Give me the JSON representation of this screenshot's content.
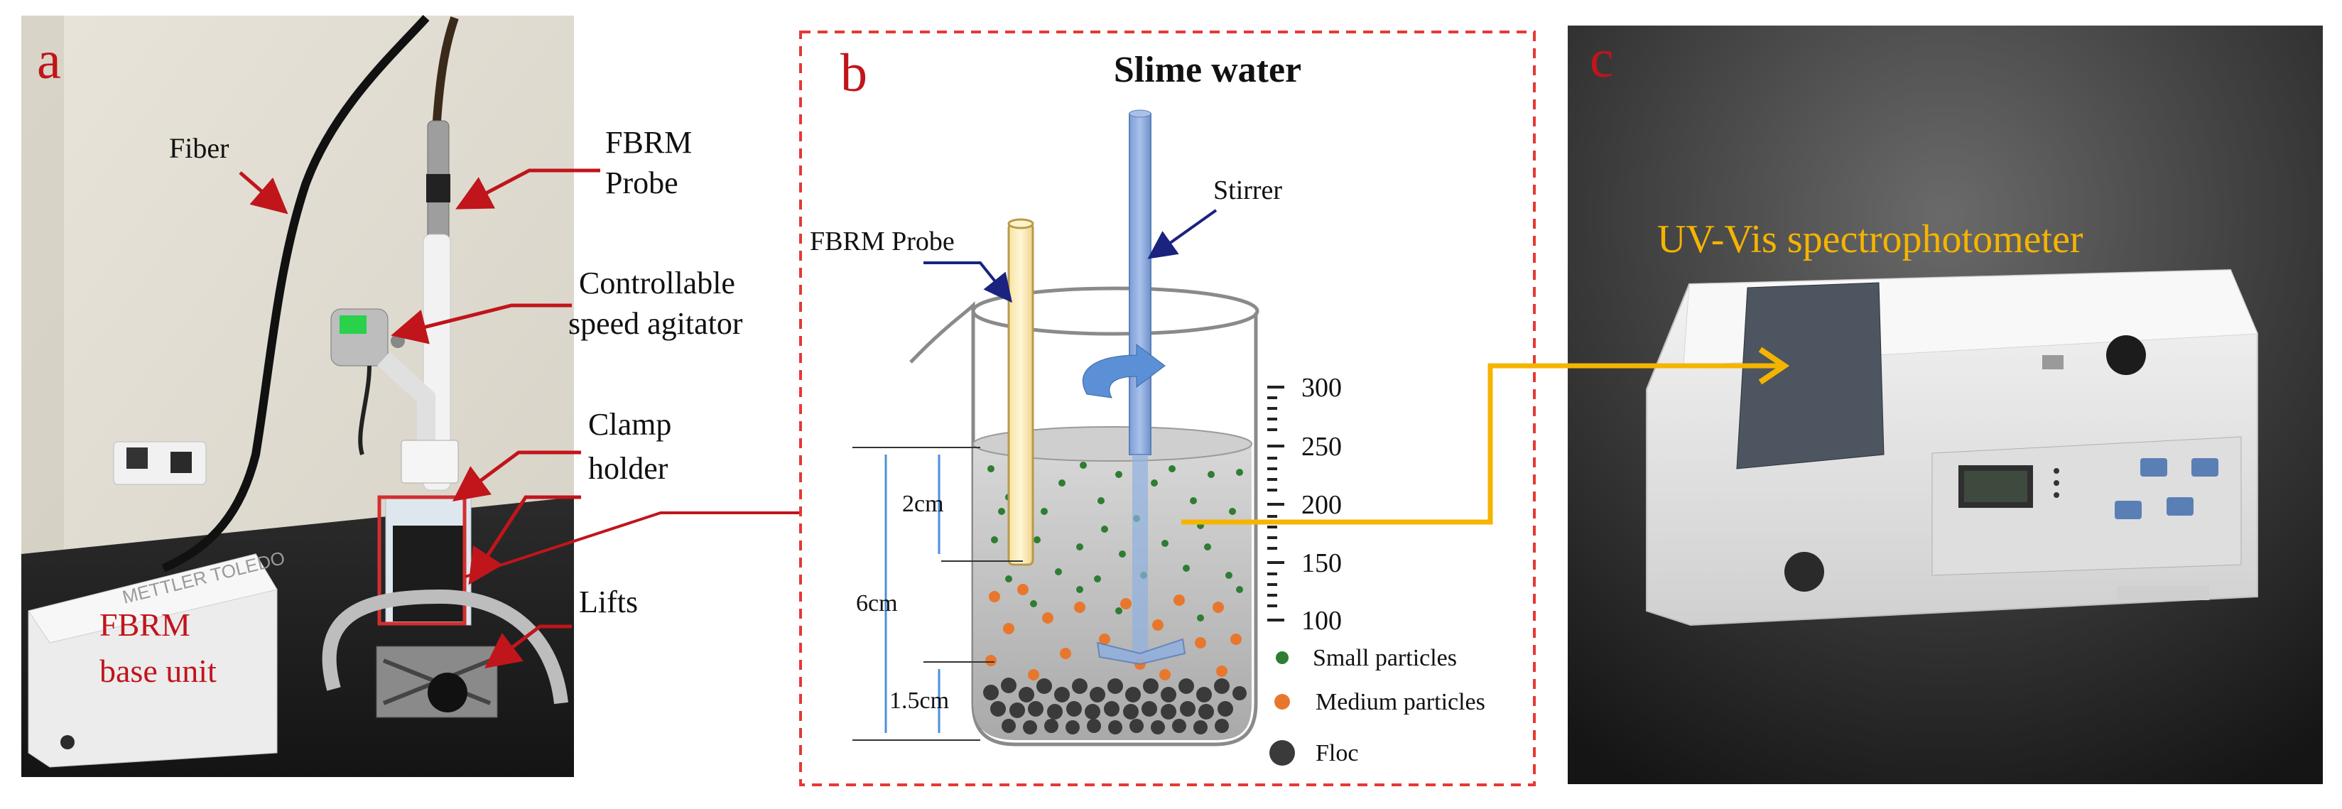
{
  "panel_a": {
    "letter": "a",
    "callouts": {
      "fiber": "Fiber",
      "fbrm_probe_1": "FBRM",
      "fbrm_probe_2": "Probe",
      "agitator_1": "Controllable",
      "agitator_2": "speed agitator",
      "clamp_1": "Clamp",
      "clamp_2": "holder",
      "lifts": "Lifts",
      "base_1": "FBRM",
      "base_2": "base unit",
      "device_brand": "METTLER TOLEDO"
    }
  },
  "panel_b": {
    "letter": "b",
    "title": "Slime water",
    "labels": {
      "probe": "FBRM Probe",
      "stirrer": "Stirrer",
      "dim_2cm": "2cm",
      "dim_6cm": "6cm",
      "dim_15cm": "1.5cm"
    },
    "scale_ticks": [
      "300",
      "250",
      "200",
      "150",
      "100"
    ],
    "legend": [
      {
        "label": "Small particles",
        "color": "#2e7d32"
      },
      {
        "label": "Medium particles",
        "color": "#e8772e"
      },
      {
        "label": "Floc",
        "color": "#3a3a3a"
      }
    ]
  },
  "panel_c": {
    "letter": "c",
    "label": "UV-Vis spectrophotometer"
  },
  "colors": {
    "panel_letter": "#c0151b",
    "callout_red": "#c0151b",
    "dashed_border": "#e53935",
    "probe_pointer": "#1a237e",
    "arrow_yellow": "#f5b400",
    "uv_label": "#f5b400"
  }
}
